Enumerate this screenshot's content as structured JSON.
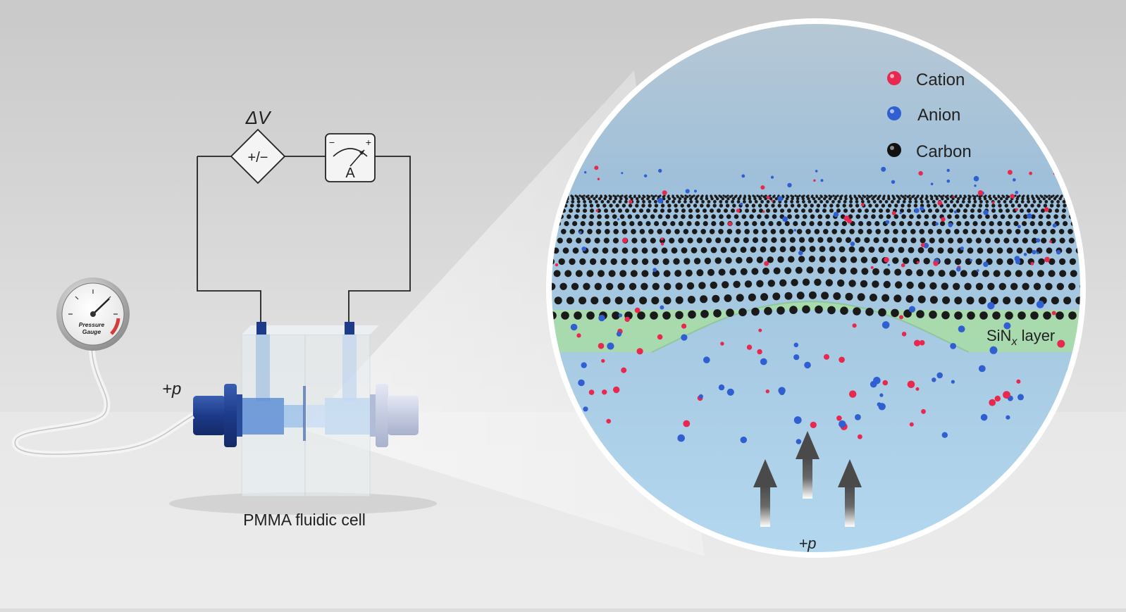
{
  "circuit": {
    "voltage_symbol": "ΔV",
    "source_label": "+/−",
    "ammeter_label": "A",
    "ammeter_minus": "−",
    "ammeter_plus": "+"
  },
  "gauge": {
    "label_line1": "Pressure",
    "label_line2": "Gauge"
  },
  "pressure_left": "+p",
  "cell_label": "PMMA fluidic cell",
  "legend": [
    {
      "label": "Cation",
      "color": "#e8284e"
    },
    {
      "label": "Anion",
      "color": "#2f5fd0"
    },
    {
      "label": "Carbon",
      "color": "#111111"
    }
  ],
  "layer_label_main": "SiN",
  "layer_label_sub": "x",
  "layer_label_suffix": " layer",
  "pressure_inset": "+p",
  "colors": {
    "background": "#dcdcdc",
    "water": "#a9cde6",
    "sin_layer": "#a8dca8",
    "graphene": "#1a1a1a",
    "cation": "#e8284e",
    "anion": "#2f5fd0",
    "arrow": "#555555"
  }
}
